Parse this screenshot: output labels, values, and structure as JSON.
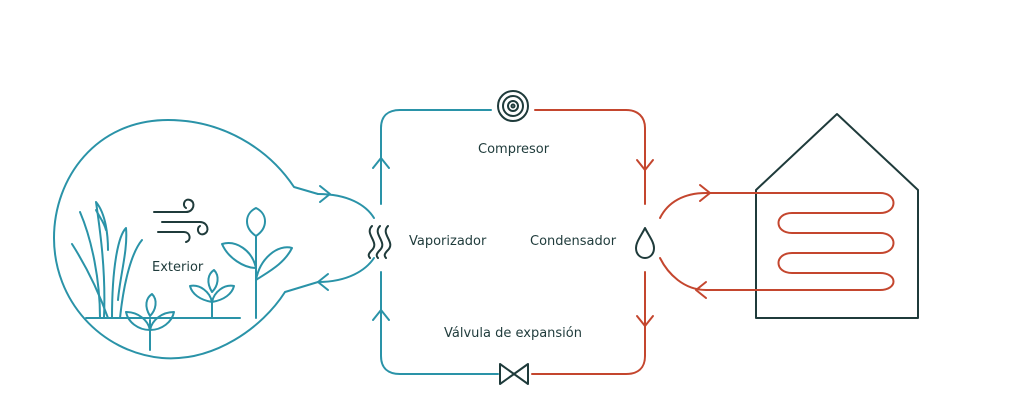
{
  "labels": {
    "exterior": "Exterior",
    "compresor": "Compresor",
    "vaporizador": "Vaporizador",
    "condensador": "Condensador",
    "valvula": "Válvula de expansión"
  },
  "colors": {
    "cold_loop": "#2a93a8",
    "hot_loop": "#c4462e",
    "text_and_icons": "#1f3b3b"
  },
  "icons": [
    "compressor-icon",
    "expansion-valve-icon",
    "heat-waves-icon",
    "droplet-icon",
    "wind-icon",
    "plants-icon",
    "house-icon",
    "radiator-coil-icon"
  ]
}
